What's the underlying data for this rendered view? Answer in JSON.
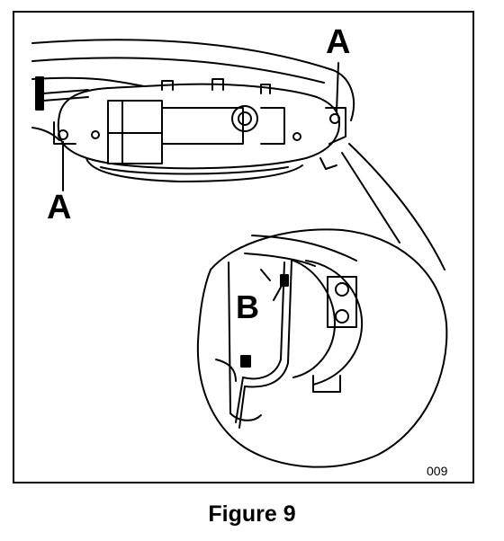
{
  "figure": {
    "callout_a_top": "A",
    "callout_a_left": "A",
    "callout_b": "B",
    "reference_number": "009",
    "caption": "Figure 9"
  }
}
